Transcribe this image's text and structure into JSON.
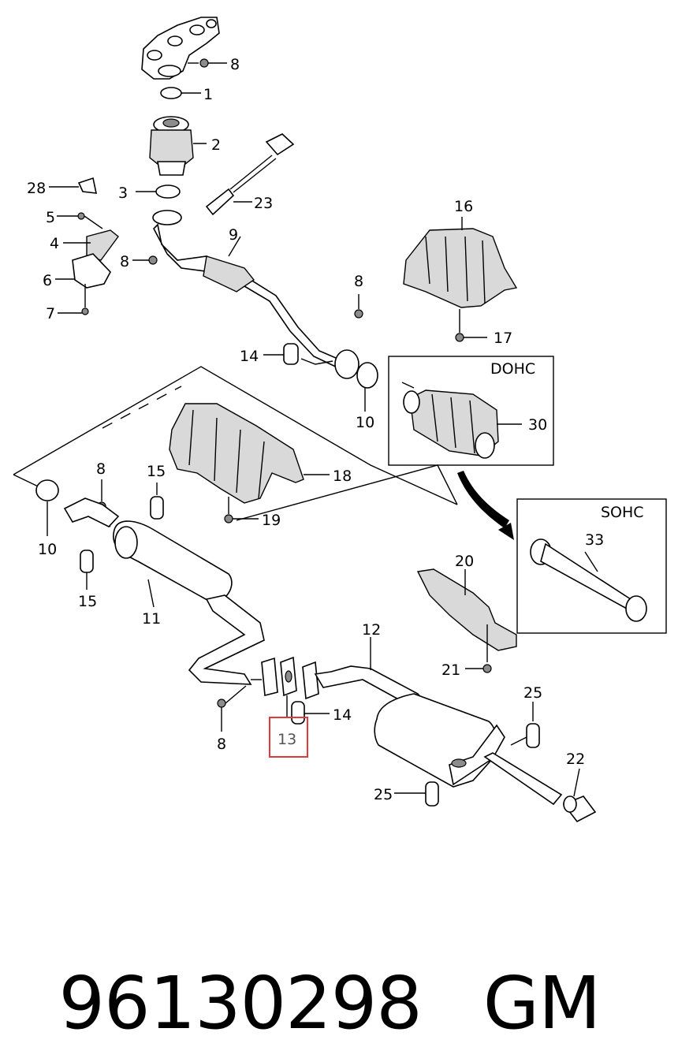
{
  "diagram": {
    "callouts": [
      "8",
      "1",
      "2",
      "3",
      "23",
      "28",
      "5",
      "4",
      "8",
      "6",
      "7",
      "9",
      "16",
      "8",
      "17",
      "14",
      "10",
      "30",
      "8",
      "15",
      "18",
      "19",
      "10",
      "15",
      "11",
      "20",
      "33",
      "12",
      "21",
      "13",
      "14",
      "25",
      "8",
      "22",
      "25"
    ],
    "inset_dohc": "DOHC",
    "inset_sohc": "SOHC",
    "highlighted_part": "13",
    "colors": {
      "highlight": "#e0393e",
      "line": "#000000"
    }
  },
  "footer": {
    "part_number": "96130298",
    "brand": "GM"
  }
}
